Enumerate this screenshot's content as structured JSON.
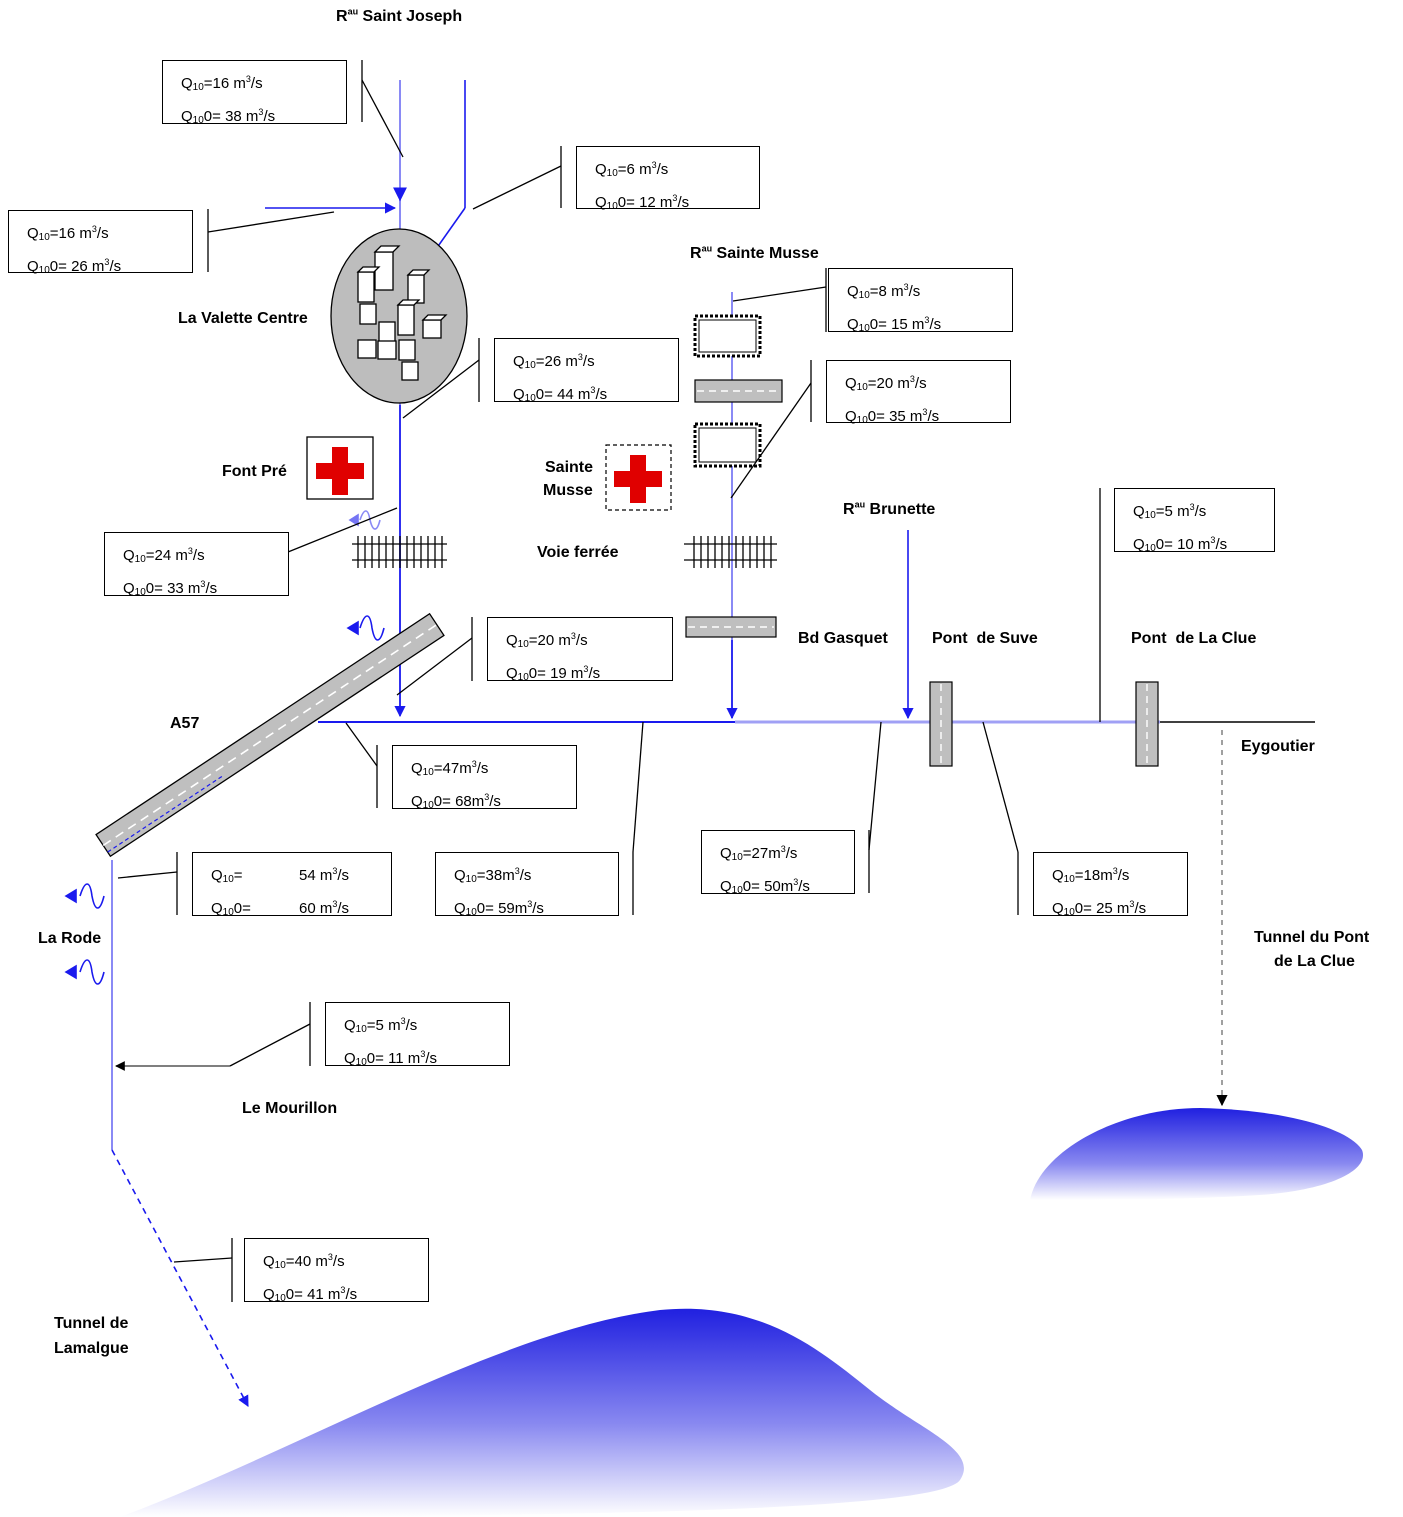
{
  "labels": {
    "saint_joseph": "Rau Saint Joseph",
    "sainte_musse_river": "Rau Sainte Musse",
    "brunette": "Rau Brunette",
    "la_valette": "La Valette Centre",
    "font_pre": "Font Pré",
    "sainte_musse_1": "Sainte",
    "sainte_musse_2": "Musse",
    "voie_ferree": "Voie ferrée",
    "bd_gasquet": "Bd Gasquet",
    "pont_suve": "Pont  de Suve",
    "pont_clue": "Pont  de La Clue",
    "a57": "A57",
    "eygoutier": "Eygoutier",
    "la_rode": "La Rode",
    "le_mourillon": "Le Mourillon",
    "tunnel_clue_1": "Tunnel du Pont",
    "tunnel_clue_2": "de La Clue",
    "tunnel_lamalgue_1": "Tunnel de",
    "tunnel_lamalgue_2": "Lamalgue"
  },
  "flows": [
    {
      "id": "b1",
      "q10": "Q10=16 m³/s",
      "q100": "Q100= 38 m³/s"
    },
    {
      "id": "b2",
      "q10": "Q10=6 m³/s",
      "q100": "Q100= 12 m³/s"
    },
    {
      "id": "b3",
      "q10": "Q10=16 m³/s",
      "q100": "Q100= 26 m³/s"
    },
    {
      "id": "b4",
      "q10": "Q10=8 m³/s",
      "q100": "Q100= 15 m³/s"
    },
    {
      "id": "b5",
      "q10": "Q10=26 m³/s",
      "q100": "Q100= 44 m³/s"
    },
    {
      "id": "b6",
      "q10": "Q10=20 m³/s",
      "q100": "Q100= 35 m³/s"
    },
    {
      "id": "b7",
      "q10": "Q10=5 m³/s",
      "q100": "Q100= 10 m³/s"
    },
    {
      "id": "b8",
      "q10": "Q10=24 m³/s",
      "q100": "Q100= 33 m³/s"
    },
    {
      "id": "b9",
      "q10": "Q10=20 m³/s",
      "q100": "Q100= 19 m³/s"
    },
    {
      "id": "b10",
      "q10": "Q10=47m³/s",
      "q100": "Q100= 68m³/s"
    },
    {
      "id": "b11",
      "q10": "Q10=27m³/s",
      "q100": "Q100= 50m³/s"
    },
    {
      "id": "b12",
      "q10": "Q10=",
      "q10_val": "54 m³/s",
      "q100": "Q100=",
      "q100_val": "60 m³/s"
    },
    {
      "id": "b13",
      "q10": "Q10=38m³/s",
      "q100": "Q100= 59m³/s"
    },
    {
      "id": "b14",
      "q10": "Q10=18m³/s",
      "q100": "Q100= 25 m³/s"
    },
    {
      "id": "b15",
      "q10": "Q10=5 m³/s",
      "q100": "Q100= 11 m³/s"
    },
    {
      "id": "b16",
      "q10": "Q10=40 m³/s",
      "q100": "Q100= 41 m³/s"
    }
  ],
  "colors": {
    "river": "#1a1aee",
    "river_light": "#9999ff",
    "cross": "#e00000",
    "road_fill": "#bfbfbf",
    "sea": "#2a2ae0"
  },
  "icons": [
    "buildings-icon",
    "hospital-cross-icon",
    "railway-icon",
    "bridge-icon",
    "overflow-wave-icon",
    "sea-icon"
  ]
}
